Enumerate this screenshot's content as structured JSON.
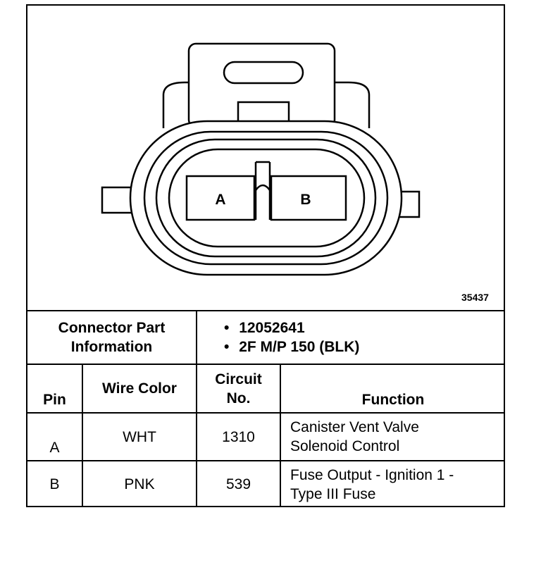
{
  "diagram": {
    "figure_number": "35437",
    "pin_labels": [
      "A",
      "B"
    ]
  },
  "connector_info": {
    "label_line1": "Connector Part",
    "label_line2": "Information",
    "items": [
      "12052641",
      "2F M/P 150 (BLK)"
    ],
    "bullet": "•"
  },
  "table": {
    "headers": {
      "pin": "Pin",
      "wire_color": "Wire Color",
      "circuit_line1": "Circuit",
      "circuit_line2": "No.",
      "function": "Function"
    },
    "rows": [
      {
        "pin": "A",
        "wire_color": "WHT",
        "circuit": "1310",
        "function_line1": "Canister Vent Valve",
        "function_line2": "Solenoid Control"
      },
      {
        "pin": "B",
        "wire_color": "PNK",
        "circuit": "539",
        "function_line1": "Fuse Output - Ignition 1 -",
        "function_line2": "Type III Fuse"
      }
    ]
  }
}
